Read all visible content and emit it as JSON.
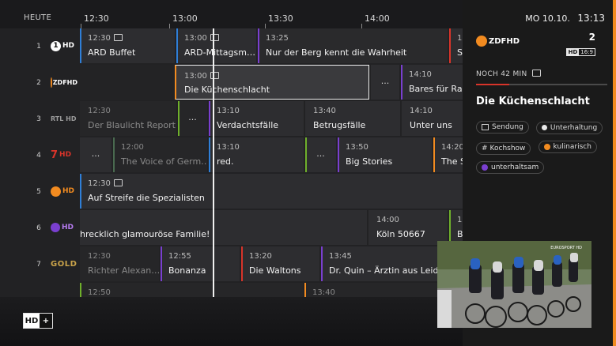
{
  "timebar": {
    "day": "HEUTE",
    "times": [
      "12:30",
      "13:00",
      "13:30",
      "14:00"
    ]
  },
  "channels": [
    {
      "num": "1",
      "logo": "1HD",
      "icon": "das-erste-logo-icon"
    },
    {
      "num": "2",
      "logo": "ZDFHD",
      "icon": "zdf-hd-logo-icon"
    },
    {
      "num": "3",
      "logo": "RTL HD",
      "icon": "rtl-hd-logo-icon"
    },
    {
      "num": "4",
      "logo": "7 HD",
      "icon": "prosieben-hd-logo-icon"
    },
    {
      "num": "5",
      "logo": "HD",
      "icon": "sat1-hd-logo-icon"
    },
    {
      "num": "6",
      "logo": "HD",
      "icon": "rtl2-hd-logo-icon"
    },
    {
      "num": "7",
      "logo": "GOLD",
      "icon": "sat1-gold-logo-icon"
    }
  ],
  "programs": {
    "r1": [
      {
        "time": "12:30",
        "name": "ARD Buffet",
        "rec": true
      },
      {
        "time": "13:00",
        "name": "ARD-Mittagsm…",
        "rec": true
      },
      {
        "time": "13:25",
        "name": "Nur der Berg kennt die Wahrheit"
      },
      {
        "time": "1",
        "name": "S"
      }
    ],
    "r2": [
      {
        "time": "13:00",
        "name": "Die Küchenschlacht",
        "rec": true
      },
      {
        "dots": "..."
      },
      {
        "time": "14:10",
        "name": "Bares für Rare"
      }
    ],
    "r3": [
      {
        "time": "12:30",
        "name": "Der Blaulicht Report"
      },
      {
        "dots": "..."
      },
      {
        "time": "13:10",
        "name": "Verdachtsfälle"
      },
      {
        "time": "13:40",
        "name": "Betrugsfälle"
      },
      {
        "time": "14:10",
        "name": "Unter uns"
      }
    ],
    "r4": [
      {
        "dots": "..."
      },
      {
        "time": "12:00",
        "name": "The Voice of Germ…"
      },
      {
        "time": "13:10",
        "name": "red."
      },
      {
        "dots": "..."
      },
      {
        "time": "13:50",
        "name": "Big Stories"
      },
      {
        "time": "14:20",
        "name": "The S"
      }
    ],
    "r5": [
      {
        "time": "12:30",
        "name": "Auf Streife die Spezialisten",
        "rec": true
      }
    ],
    "r6": [
      {
        "name": "hrecklich glamouröse Familie!"
      },
      {
        "time": "14:00",
        "name": "Köln 50667"
      },
      {
        "time": "1",
        "name": "B"
      }
    ],
    "r7": [
      {
        "time": "12:30",
        "name": "Richter Alexan…"
      },
      {
        "time": "12:55",
        "name": "Bonanza"
      },
      {
        "time": "13:20",
        "name": "Die Waltons"
      },
      {
        "time": "13:45",
        "name": "Dr. Quin – Ärztin aus Leiden"
      }
    ],
    "r8": [
      {
        "time": "12:50"
      },
      {
        "time": "13:40"
      }
    ]
  },
  "details": {
    "date": "MO 10.10.",
    "clock": "13:13",
    "channel_num": "2",
    "channel_logo": "ZDFHD",
    "badge_hd": "HD",
    "badge_ratio": "16:9",
    "remaining": "NOCH 42 MIN",
    "progress": 0.25,
    "title": "Die Küchenschlacht",
    "tags": [
      {
        "label": "Sendung",
        "icon": "broadcast-icon"
      },
      {
        "label": "Unterhaltung",
        "icon": "mask-icon"
      },
      {
        "label": "Kochshow",
        "icon": "hashtag-icon"
      },
      {
        "label": "kulinarisch",
        "icon": "orange-dot-icon"
      },
      {
        "label": "unterhaltsam",
        "icon": "purple-dot-icon"
      }
    ]
  },
  "footer": {
    "hd": "HD",
    "plus": "+"
  },
  "pip": {
    "overlay": "EUROSPORT HD"
  },
  "colors": {
    "accent": "#f28b20",
    "category_blue": "#2f7fd8",
    "category_purple": "#7a3fd0",
    "category_green": "#6fb02b",
    "category_red": "#d8342a",
    "category_orange": "#f28b20"
  }
}
